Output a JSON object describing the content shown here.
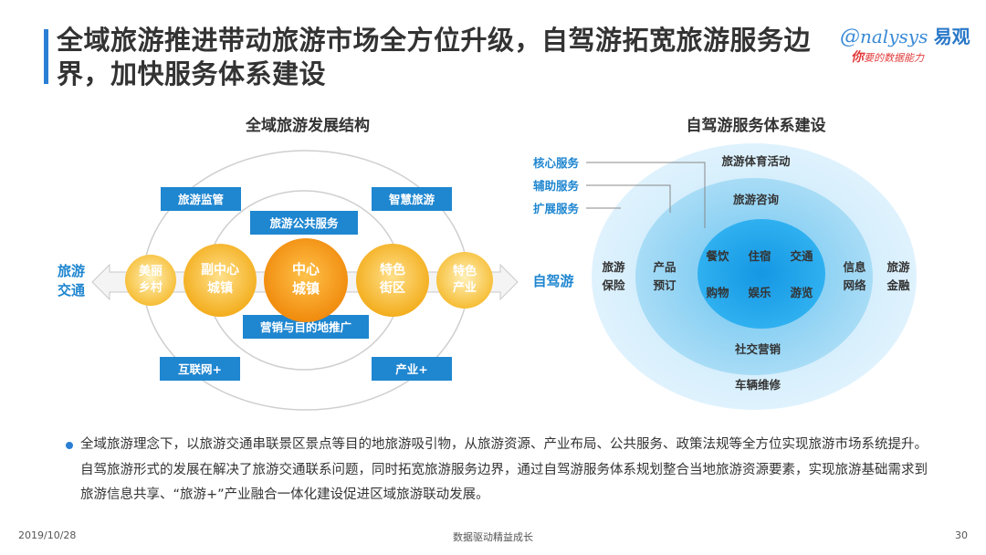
{
  "title": "全域旅游推进带动旅游市场全方位升级，自驾游拓宽旅游服务边界，加快服务体系建设",
  "logo": {
    "brand": "nalysys",
    "brand_cn": "易观",
    "slogan_head": "你",
    "slogan": "要的数据能力"
  },
  "colors": {
    "accent": "#2a7fd4",
    "box_blue": "#1f86d0",
    "orange": "#f39c12",
    "yellow": "#f7c447"
  },
  "left_diagram": {
    "heading": "全域旅游发展结构",
    "outer_boxes": [
      "旅游监管",
      "智慧旅游",
      "互联网+",
      "产业+"
    ],
    "inner_boxes": [
      "旅游公共服务",
      "营销与目的地推广"
    ],
    "circles": [
      {
        "label": "美丽乡村",
        "lines": [
          "美丽",
          "乡村"
        ]
      },
      {
        "label": "副中心城镇",
        "lines": [
          "副中心",
          "城镇"
        ]
      },
      {
        "label": "中心城镇",
        "lines": [
          "中心",
          "城镇"
        ]
      },
      {
        "label": "特色街区",
        "lines": [
          "特色",
          "街区"
        ]
      },
      {
        "label": "特色产业",
        "lines": [
          "特色",
          "产业"
        ]
      }
    ],
    "left_label": [
      "旅游",
      "交通"
    ],
    "right_label": "自驾游"
  },
  "right_diagram": {
    "heading": "自驾游服务体系建设",
    "legend": [
      "核心服务",
      "辅助服务",
      "扩展服务"
    ],
    "outer_top": "旅游体育活动",
    "middle_top": "旅游咨询",
    "outer_left": [
      "旅游",
      "保险"
    ],
    "middle_left": [
      "产品",
      "预订"
    ],
    "middle_right": [
      "信息",
      "网络"
    ],
    "outer_right": [
      "旅游",
      "金融"
    ],
    "core": [
      "餐饮",
      "住宿",
      "交通",
      "购物",
      "娱乐",
      "游览"
    ],
    "middle_bottom": "社交营销",
    "outer_bottom": "车辆维修"
  },
  "paragraph": "全域旅游理念下，以旅游交通串联景区景点等目的地旅游吸引物，从旅游资源、产业布局、公共服务、政策法规等全方位实现旅游市场系统提升。自驾旅游形式的发展在解决了旅游交通联系问题，同时拓宽旅游服务边界，通过自驾游服务体系规划整合当地旅游资源要素，实现旅游基础需求到旅游信息共享、“旅游+”产业融合一体化建设促进区域旅游联动发展。",
  "footer": {
    "date": "2019/10/28",
    "center": "数据驱动精益成长",
    "page": "30"
  }
}
